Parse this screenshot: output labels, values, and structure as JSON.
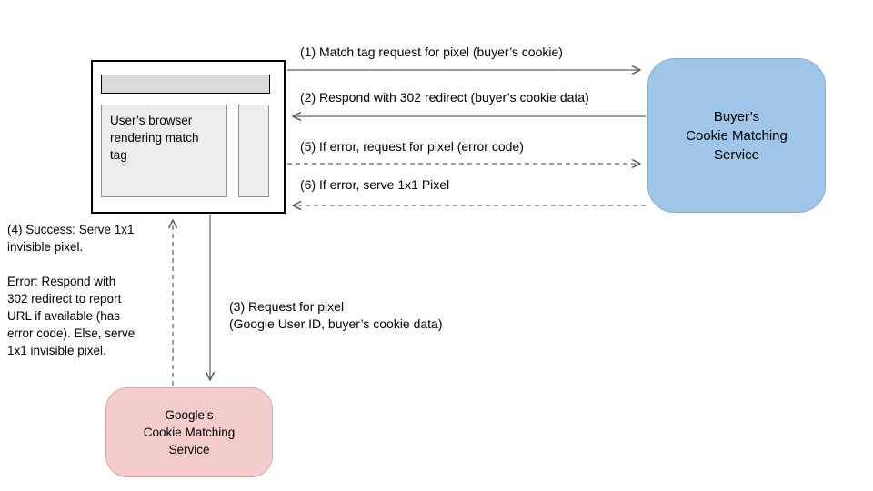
{
  "diagram": {
    "browser": {
      "label": "User’s browser\nrendering match\ntag"
    },
    "buyer_service": {
      "label": "Buyer’s\nCookie Matching\nService",
      "fill": "#9fc5e8"
    },
    "google_service": {
      "label": "Google’s\nCookie Matching\nService",
      "fill": "#f4cccc"
    },
    "arrows": [
      {
        "step": "1",
        "label": "(1)  Match tag request for pixel (buyer’s cookie)",
        "from": "user-browser",
        "to": "buyer-cookie-matching-service",
        "line": "solid"
      },
      {
        "step": "2",
        "label": "(2)  Respond with 302 redirect (buyer’s cookie data)",
        "from": "buyer-cookie-matching-service",
        "to": "user-browser",
        "line": "solid"
      },
      {
        "step": "5",
        "label": "(5) If error, request for pixel (error code)",
        "from": "user-browser",
        "to": "buyer-cookie-matching-service",
        "line": "dashed"
      },
      {
        "step": "6",
        "label": "(6) If error, serve 1x1 Pixel",
        "from": "buyer-cookie-matching-service",
        "to": "user-browser",
        "line": "dashed"
      },
      {
        "step": "3",
        "label": "(3)  Request for pixel\n(Google User ID, buyer’s cookie data)",
        "from": "user-browser",
        "to": "google-cookie-matching-service",
        "line": "solid"
      },
      {
        "step": "4",
        "label": "(4) Success: Serve 1x1\ninvisible pixel.\n\nError: Respond with\n302 redirect to report\nURL if available (has\nerror code). Else, serve\n1x1 invisible pixel.",
        "from": "google-cookie-matching-service",
        "to": "user-browser",
        "line": "dashed"
      }
    ]
  }
}
